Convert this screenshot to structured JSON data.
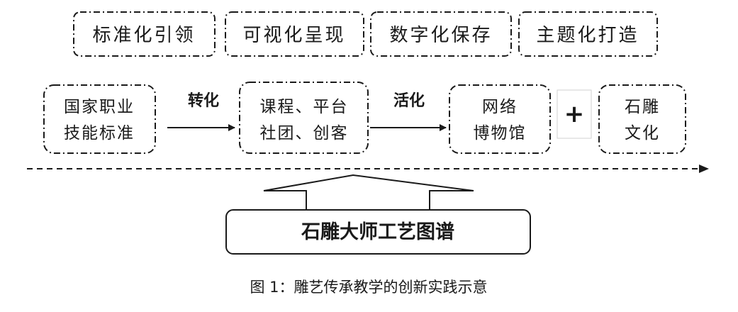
{
  "top_labels": [
    "标准化引领",
    "可视化呈现",
    "数字化保存",
    "主题化打造"
  ],
  "flow": {
    "box1": {
      "line1": "国家职业",
      "line2": "技能标准"
    },
    "arrow1_label": "转化",
    "box2": {
      "line1": "课程、平台",
      "line2": "社团、创客"
    },
    "arrow2_label": "活化",
    "box3": {
      "line1": "网络",
      "line2": "博物馆"
    },
    "plus": "+",
    "box4": {
      "line1": "石雕",
      "line2": "文化"
    }
  },
  "base_box": "石雕大师工艺图谱",
  "caption": "图 1：雕艺传承教学的创新实践示意",
  "colors": {
    "stroke": "#1a1a1a",
    "text": "#1a1a1a",
    "background": "#ffffff"
  }
}
